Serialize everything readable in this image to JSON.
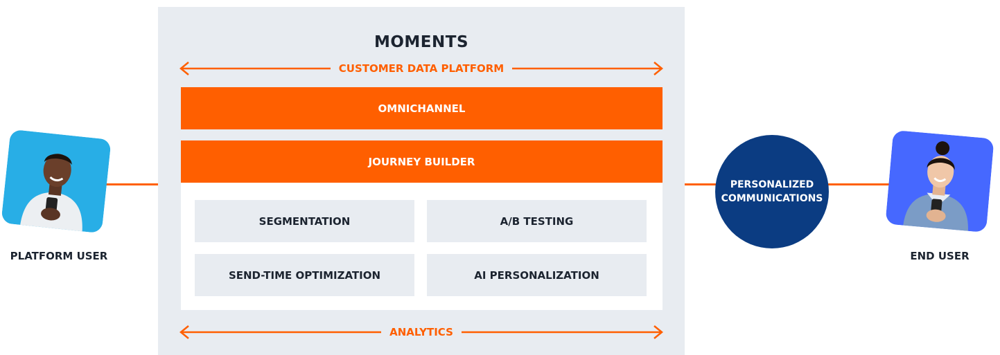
{
  "colors": {
    "accent": "#ff5f00",
    "panel": "#e8ecf1",
    "navy": "#0b3c82",
    "dark": "#1c2430",
    "platform_photo_bg": "#28aee6",
    "end_photo_bg": "#4668ff"
  },
  "left_user": {
    "label": "PLATFORM USER",
    "icon": "person-with-phone-photo"
  },
  "right_user": {
    "label": "END USER",
    "icon": "person-with-phone-photo"
  },
  "platform": {
    "title": "MOMENTS",
    "top_arrow": "CUSTOMER DATA PLATFORM",
    "bars": [
      "OMNICHANNEL",
      "JOURNEY BUILDER"
    ],
    "features": [
      "SEGMENTATION",
      "A/B TESTING",
      "SEND-TIME OPTIMIZATION",
      "AI PERSONALIZATION"
    ],
    "bottom_arrow": "ANALYTICS"
  },
  "output": {
    "label": "PERSONALIZED\nCOMMUNICATIONS"
  }
}
